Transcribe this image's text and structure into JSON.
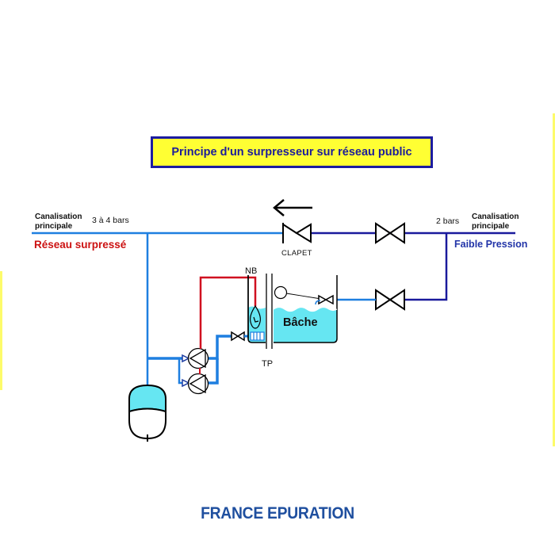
{
  "title": "Principe d'un surpresseur sur réseau public",
  "left_side": {
    "pipe_label_line1": "Canalisation",
    "pipe_label_line2": "principale",
    "pressure": "3 à 4  bars",
    "network_label": "Réseau surpressé"
  },
  "right_side": {
    "pipe_label_line1": "Canalisation",
    "pipe_label_line2": "principale",
    "pressure": "2 bars",
    "network_label": "Faible Pression"
  },
  "components": {
    "check_valve_label": "CLAPET",
    "level_switch_label": "NB",
    "partition_label": "TP",
    "tank_label": "Bâche"
  },
  "flow_direction": "right-to-left",
  "colors": {
    "boosted_pipe": "#1e7fe0",
    "low_pressure_pipe": "#1a1a9c",
    "control_line": "#d01020",
    "water": "#66e6f2",
    "title_background": "#ffff33",
    "title_border": "#1c1ca0"
  },
  "footer": {
    "brand": "FRANCE EPURATION"
  }
}
